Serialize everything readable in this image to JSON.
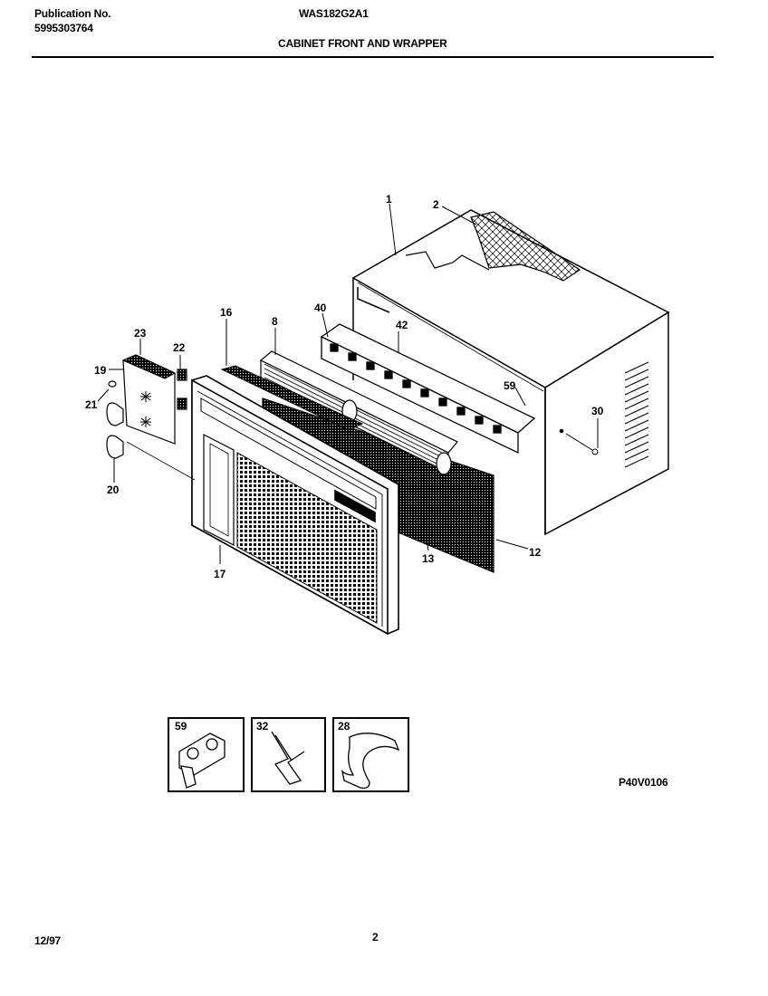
{
  "header": {
    "publication_label": "Publication No.",
    "publication_number": "5995303764",
    "model": "WAS182G2A1",
    "section_title": "CABINET FRONT AND WRAPPER"
  },
  "diagram": {
    "callouts": [
      "1",
      "2",
      "40",
      "42",
      "16",
      "8",
      "23",
      "22",
      "19",
      "21",
      "20",
      "59",
      "30",
      "17",
      "13",
      "12"
    ],
    "detail_boxes": [
      "59",
      "32",
      "28"
    ]
  },
  "figure_code": "P40V0106",
  "footer": {
    "date": "12/97",
    "page": "2"
  }
}
